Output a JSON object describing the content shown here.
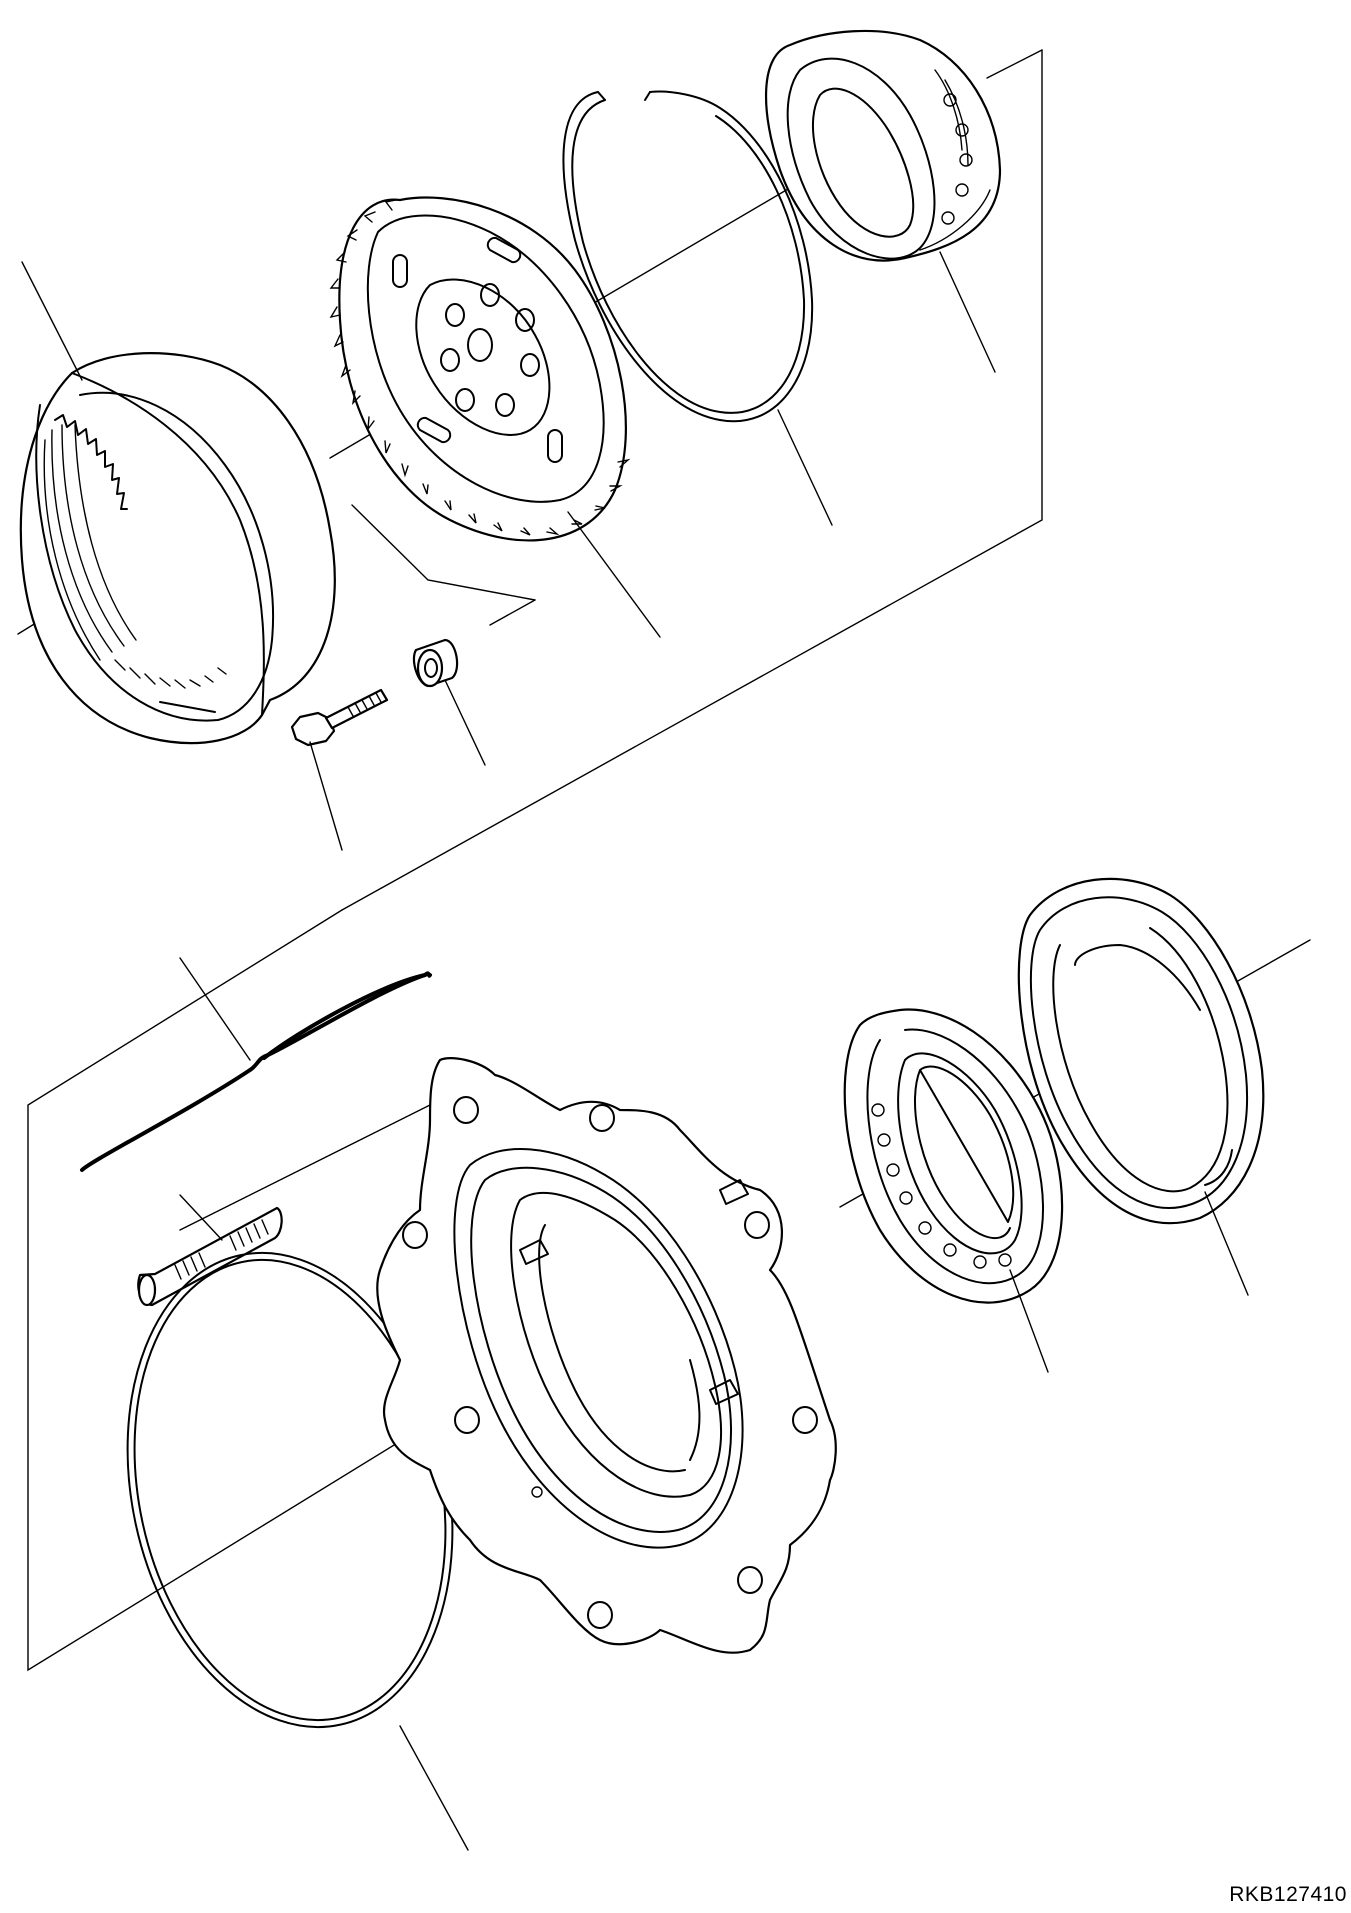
{
  "drawing": {
    "code": "RKB127410"
  },
  "parts": [
    {
      "id": "ring-gear",
      "icon": "ring-gear-icon"
    },
    {
      "id": "planet-carrier",
      "icon": "spur-gear-icon"
    },
    {
      "id": "snap-ring",
      "icon": "snap-ring-icon"
    },
    {
      "id": "bearing-upper",
      "icon": "tapered-bearing-icon"
    },
    {
      "id": "bolt",
      "icon": "bolt-icon"
    },
    {
      "id": "bushing",
      "icon": "bushing-icon"
    },
    {
      "id": "wheel-hub",
      "icon": "hub-icon"
    },
    {
      "id": "stud",
      "icon": "stud-icon"
    },
    {
      "id": "o-ring",
      "icon": "o-ring-icon"
    },
    {
      "id": "bearing-lower",
      "icon": "tapered-bearing-icon"
    },
    {
      "id": "bearing-cup",
      "icon": "bearing-cup-icon"
    }
  ],
  "colors": {
    "line": "#000000",
    "background": "#ffffff"
  }
}
